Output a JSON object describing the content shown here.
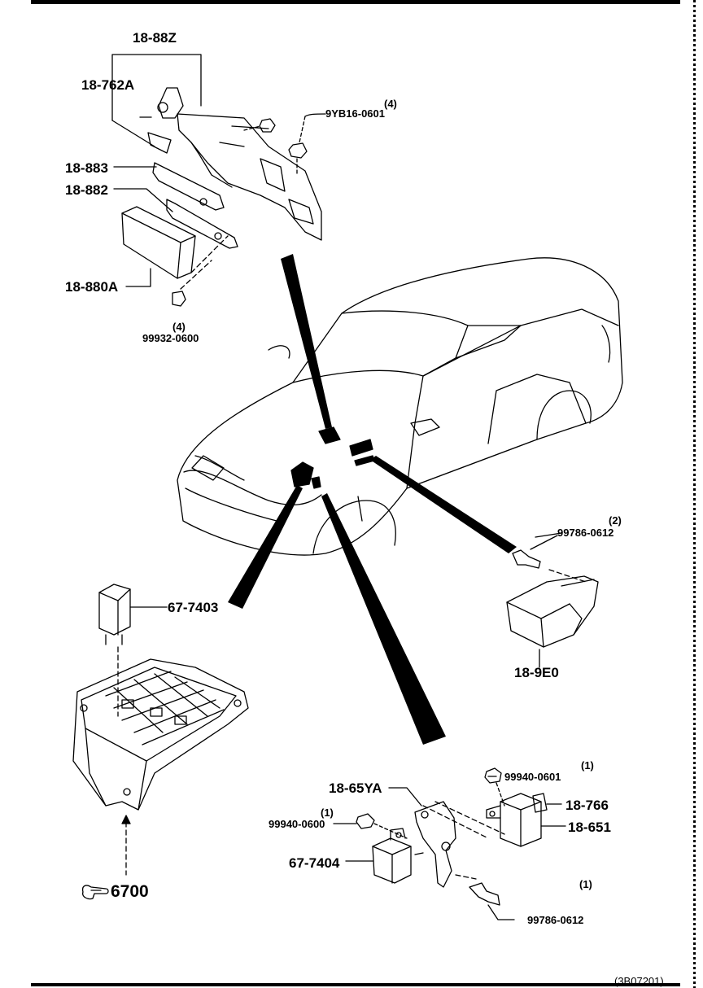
{
  "labels": {
    "p18_88Z": "18-88Z",
    "p18_762A": "18-762A",
    "p9YB16": "9YB16-0601",
    "q9YB16": "(4)",
    "p18_883": "18-883",
    "p18_882": "18-882",
    "p18_880A": "18-880A",
    "p99932": "99932-0600",
    "q99932": "(4)",
    "p99786a": "99786-0612",
    "q99786a": "(2)",
    "p18_9E0": "18-9E0",
    "p67_7403": "67-7403",
    "p6700": "6700",
    "p99940a": "99940-0601",
    "q99940a": "(1)",
    "p18_65YA": "18-65YA",
    "p18_766": "18-766",
    "p18_651": "18-651",
    "p99940b": "99940-0600",
    "q99940b": "(1)",
    "p67_7404": "67-7404",
    "p99786b": "99786-0612",
    "q99786b": "(1)",
    "footer": "(3B07201)"
  },
  "icons": [
    "pointing-hand-icon"
  ]
}
